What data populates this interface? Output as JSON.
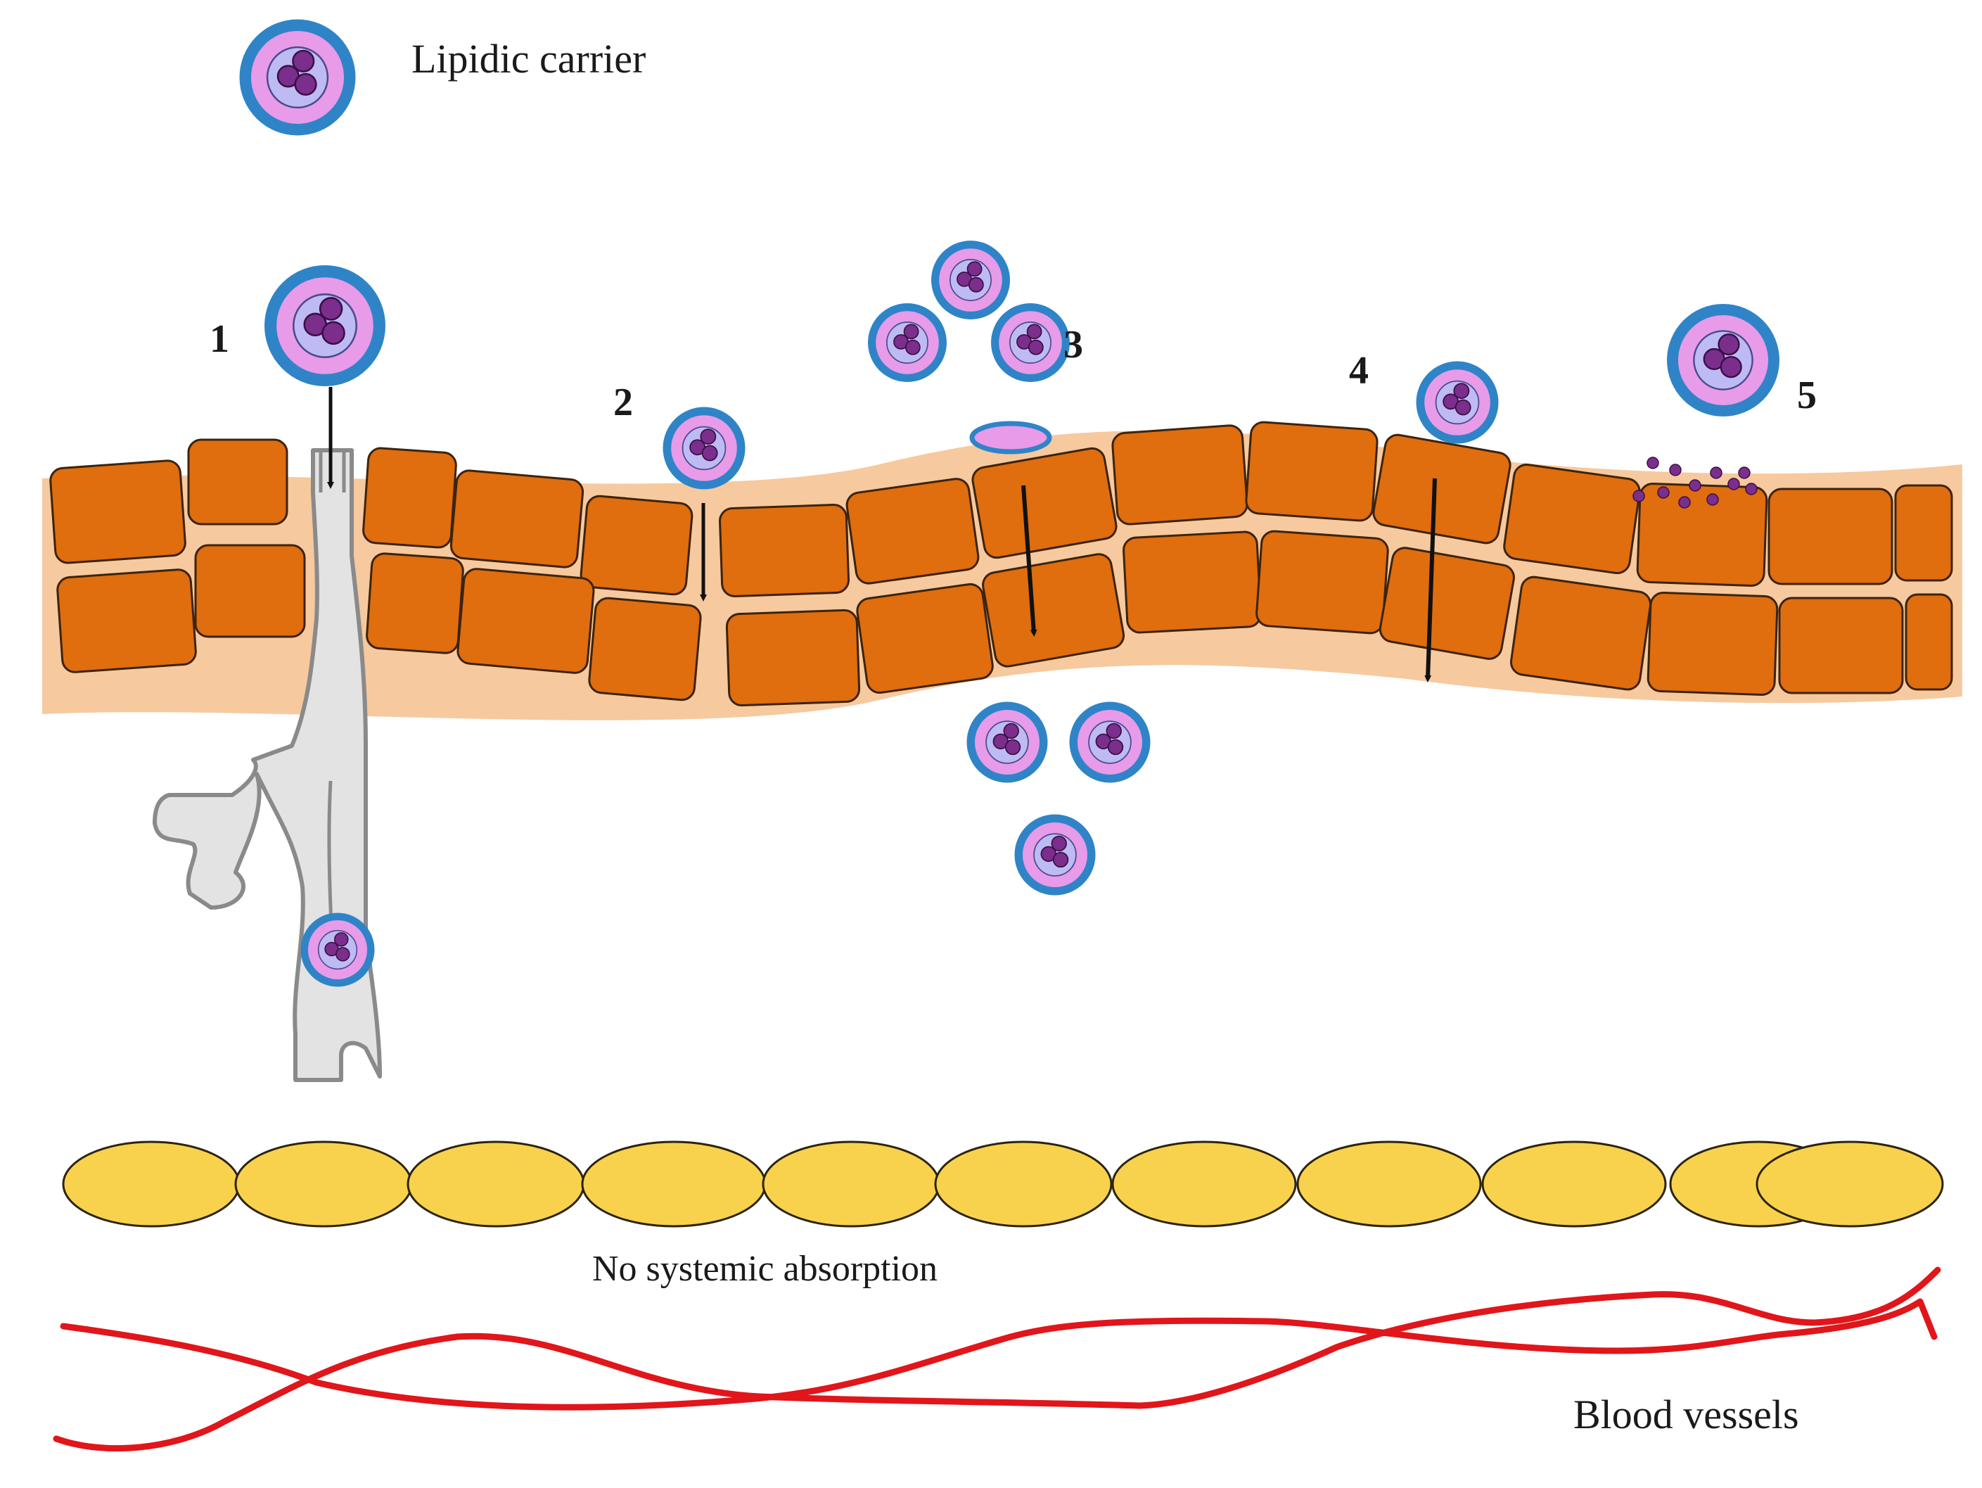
{
  "legend": {
    "label": "Lipidic carrier",
    "icon": "lipidic-carrier-icon"
  },
  "pathways": [
    {
      "number": "1"
    },
    {
      "number": "2"
    },
    {
      "number": "3"
    },
    {
      "number": "4"
    },
    {
      "number": "5"
    }
  ],
  "labels": {
    "no_absorption": "No systemic absorption",
    "blood_vessels": "Blood vessels"
  },
  "colors": {
    "corneocyte": "#E06D0E",
    "corneocyte_border": "#3b2410",
    "lipid_matrix": "#F7C99E",
    "carrier_shell": "#2F84C8",
    "carrier_membrane": "#E79BE9",
    "carrier_core": "#B9B7F2",
    "drug_particle": "#7B2E8B",
    "follicle": "#E3E3E3",
    "follicle_border": "#8A8A8A",
    "dermal_cell": "#F8D24D",
    "blood_vessel": "#E0161B"
  }
}
